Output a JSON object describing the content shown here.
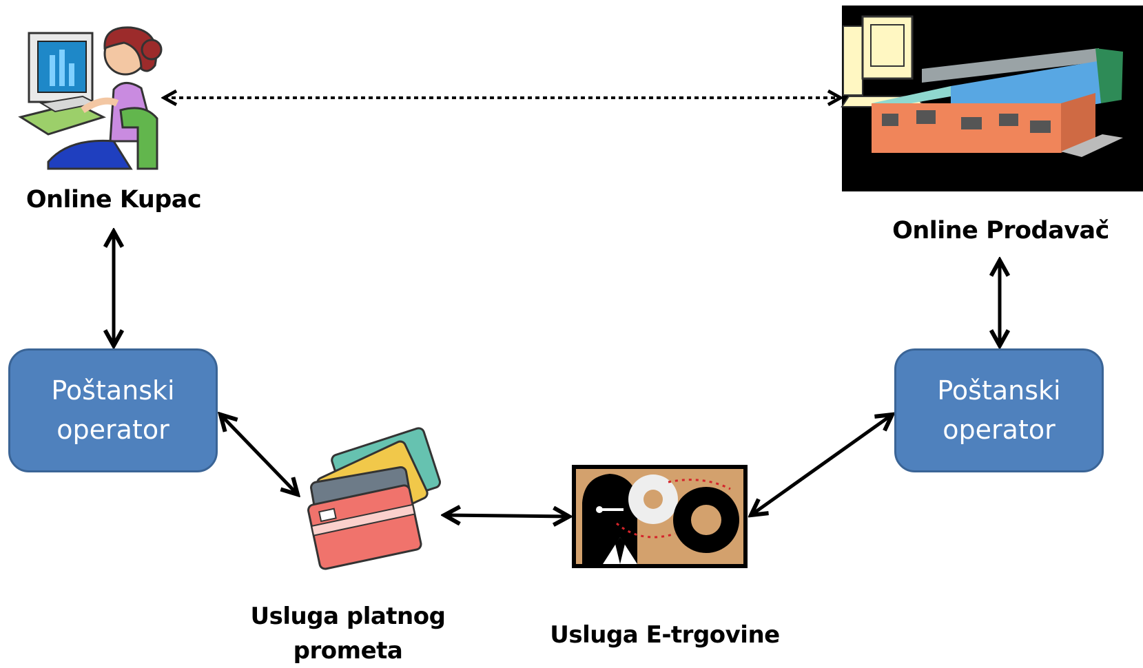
{
  "buyer": {
    "label": "Online Kupac",
    "icon": "woman-at-computer-icon"
  },
  "seller": {
    "label": "Online Prodavač",
    "icon": "warehouse-computer-icon"
  },
  "operator_left": {
    "line1": "Poštanski",
    "line2": "operator"
  },
  "operator_right": {
    "line1": "Poštanski",
    "line2": "operator"
  },
  "payment": {
    "line1": "Usluga platnog",
    "line2": "prometa",
    "icon": "credit-cards-icon"
  },
  "ecommerce": {
    "label": "Usluga E-trgovine",
    "icon": "businessman-gears-icon"
  },
  "colors": {
    "box_fill": "#4f81bd",
    "box_border": "#3a6496",
    "arrow": "#000000"
  }
}
